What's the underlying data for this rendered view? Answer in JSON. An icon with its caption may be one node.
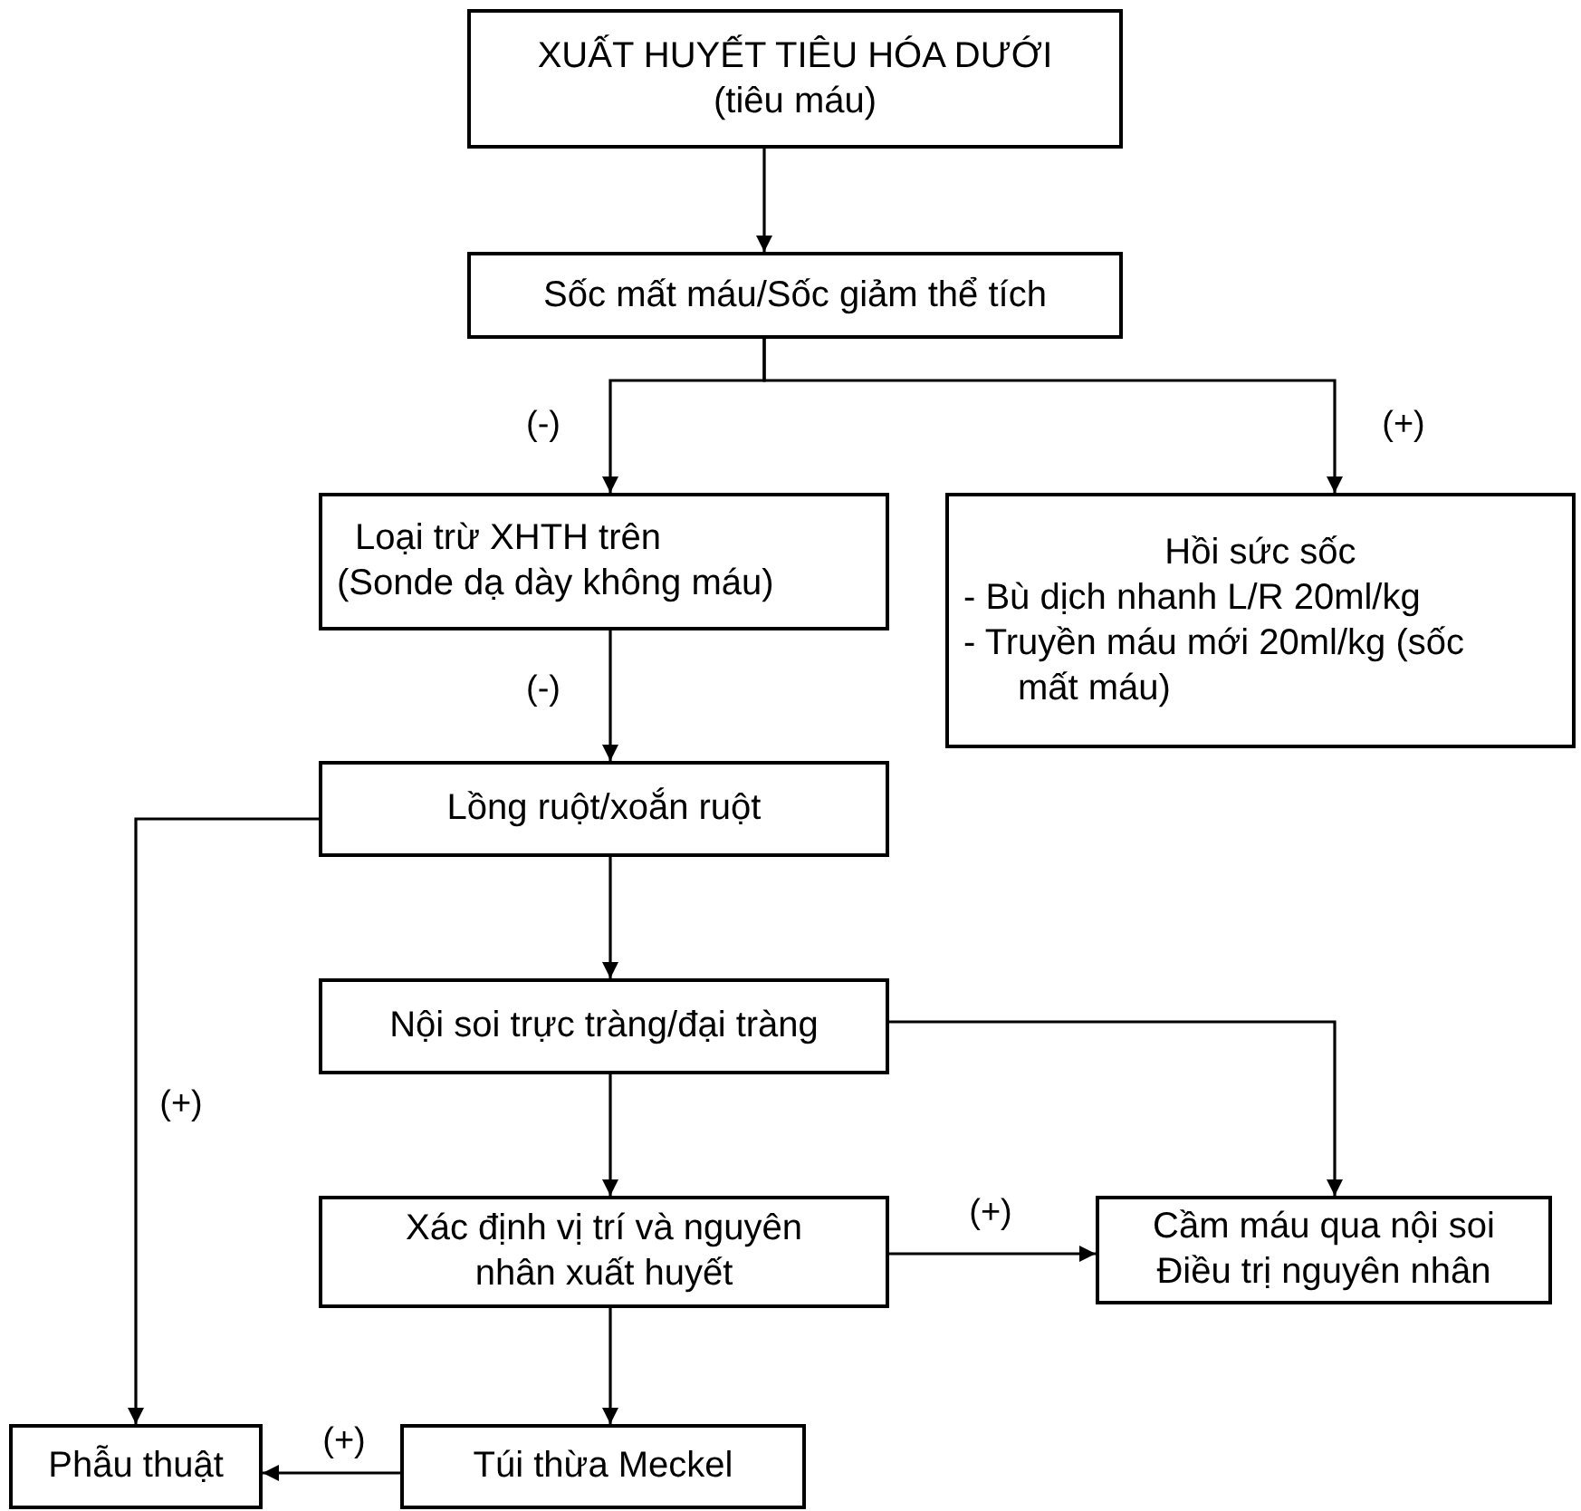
{
  "diagram": {
    "nodes": [
      {
        "text": [
          "XUẤT HUYẾT TIÊU HÓA DƯỚI",
          "(tiêu máu)"
        ]
      },
      {
        "text": [
          "Sốc mất máu/Sốc giảm thể tích"
        ]
      },
      {
        "text": [
          "Loại trừ XHTH trên",
          "(Sonde dạ dày không máu)"
        ]
      },
      {
        "text": [
          "Hồi sức sốc",
          "- Bù dịch nhanh L/R 20ml/kg",
          "- Truyền máu mới 20ml/kg (sốc mất máu)"
        ]
      },
      {
        "text": [
          "Lồng ruột/xoắn ruột"
        ]
      },
      {
        "text": [
          "Nội soi trực tràng/đại tràng"
        ]
      },
      {
        "text": [
          "Xác định vị trí và nguyên nhân xuất huyết"
        ]
      },
      {
        "text": [
          "Cầm máu qua nội soi",
          "Điều trị nguyên nhân"
        ]
      },
      {
        "text": [
          "Túi thừa Meckel"
        ]
      },
      {
        "text": [
          "Phẫu thuật"
        ]
      }
    ],
    "edges": [
      {
        "from": 0,
        "to": 1,
        "arrow": "to"
      },
      {
        "from": 1,
        "to": 2,
        "arrow": "to",
        "label": "(-)"
      },
      {
        "from": 1,
        "to": 3,
        "arrow": "to",
        "label": "(+)"
      },
      {
        "from": 2,
        "to": 4,
        "arrow": "to",
        "label": "(-)"
      },
      {
        "from": 4,
        "to": 5,
        "arrow": "to"
      },
      {
        "from": 4,
        "to": 9,
        "arrow": "to",
        "label": "(+)"
      },
      {
        "from": 5,
        "to": 6,
        "arrow": "to"
      },
      {
        "from": 5,
        "to": 7,
        "arrow": "to"
      },
      {
        "from": 6,
        "to": 7,
        "arrow": "to",
        "label": "(+)"
      },
      {
        "from": 6,
        "to": 8,
        "arrow": "to"
      },
      {
        "from": 8,
        "to": 9,
        "arrow": "to",
        "label": "(+)"
      }
    ]
  }
}
